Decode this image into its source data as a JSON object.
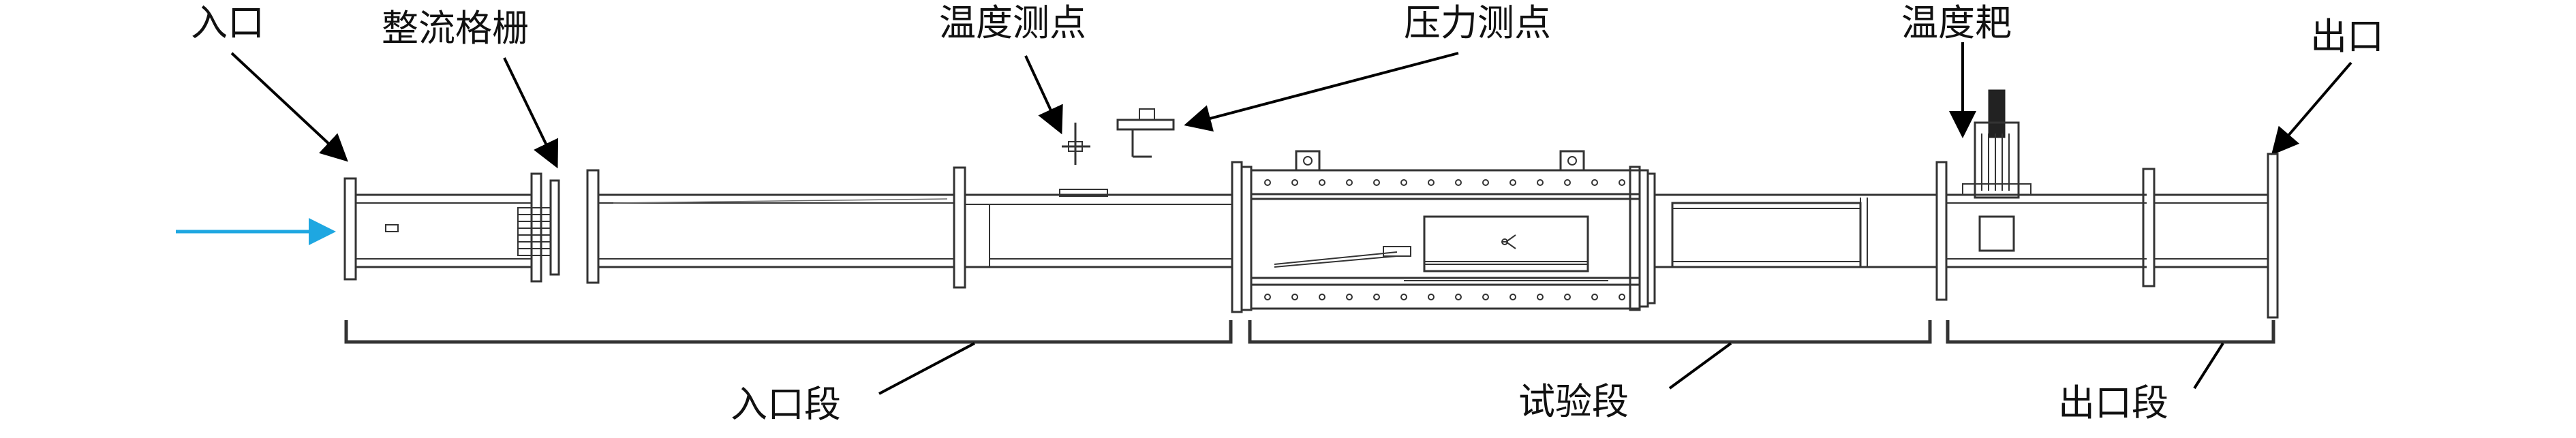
{
  "labels": {
    "inlet": "入口",
    "flow_straightener": "整流格栅",
    "temperature_point": "温度测点",
    "pressure_point": "压力测点",
    "temperature_rake": "温度耙",
    "outlet": "出口",
    "inlet_section": "入口段",
    "test_section": "试验段",
    "outlet_section": "出口段"
  },
  "colors": {
    "flow_arrow": "#1ea7e1",
    "line": "#333333",
    "annotation": "#000000"
  },
  "icons": {
    "flow_direction": "arrow-right-icon"
  }
}
